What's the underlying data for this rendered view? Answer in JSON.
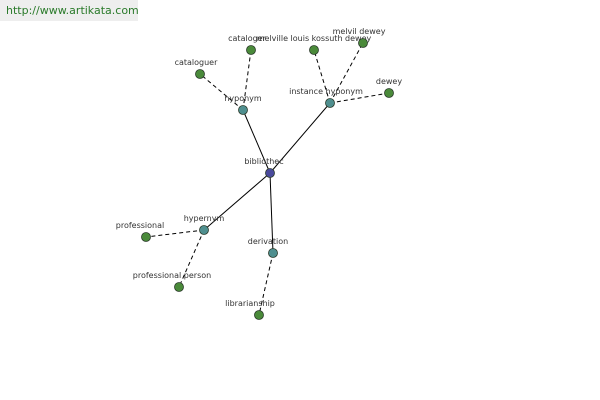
{
  "header": {
    "url": "http://www.artikata.com"
  },
  "colors": {
    "center_node": "#4a4a9c",
    "relation_node": "#4f8f8f",
    "leaf_node": "#4a8a3a",
    "edge": "#000000",
    "url_text": "#2a7a2a",
    "url_background": "#eeeeee"
  },
  "graph": {
    "center": {
      "id": "center",
      "label": "bibliothec"
    },
    "relations": [
      {
        "id": "r-hyponym",
        "label": "hyponym"
      },
      {
        "id": "r-instance",
        "label": "instance hyponym"
      },
      {
        "id": "r-hypernym",
        "label": "hypernym"
      },
      {
        "id": "r-derivation",
        "label": "derivation"
      }
    ],
    "leaves": [
      {
        "id": "l-cataloguer",
        "label": "cataloguer",
        "parent": "r-hyponym"
      },
      {
        "id": "l-cataloger",
        "label": "cataloger",
        "parent": "r-hyponym"
      },
      {
        "id": "l-melville",
        "label": "melville louis kossuth dewey",
        "parent": "r-instance"
      },
      {
        "id": "l-melvil",
        "label": "melvil dewey",
        "parent": "r-instance"
      },
      {
        "id": "l-dewey",
        "label": "dewey",
        "parent": "r-instance"
      },
      {
        "id": "l-professional",
        "label": "professional",
        "parent": "r-hypernym"
      },
      {
        "id": "l-profperson",
        "label": "professional person",
        "parent": "r-hypernym"
      },
      {
        "id": "l-librarianship",
        "label": "librarianship",
        "parent": "r-derivation"
      }
    ]
  }
}
